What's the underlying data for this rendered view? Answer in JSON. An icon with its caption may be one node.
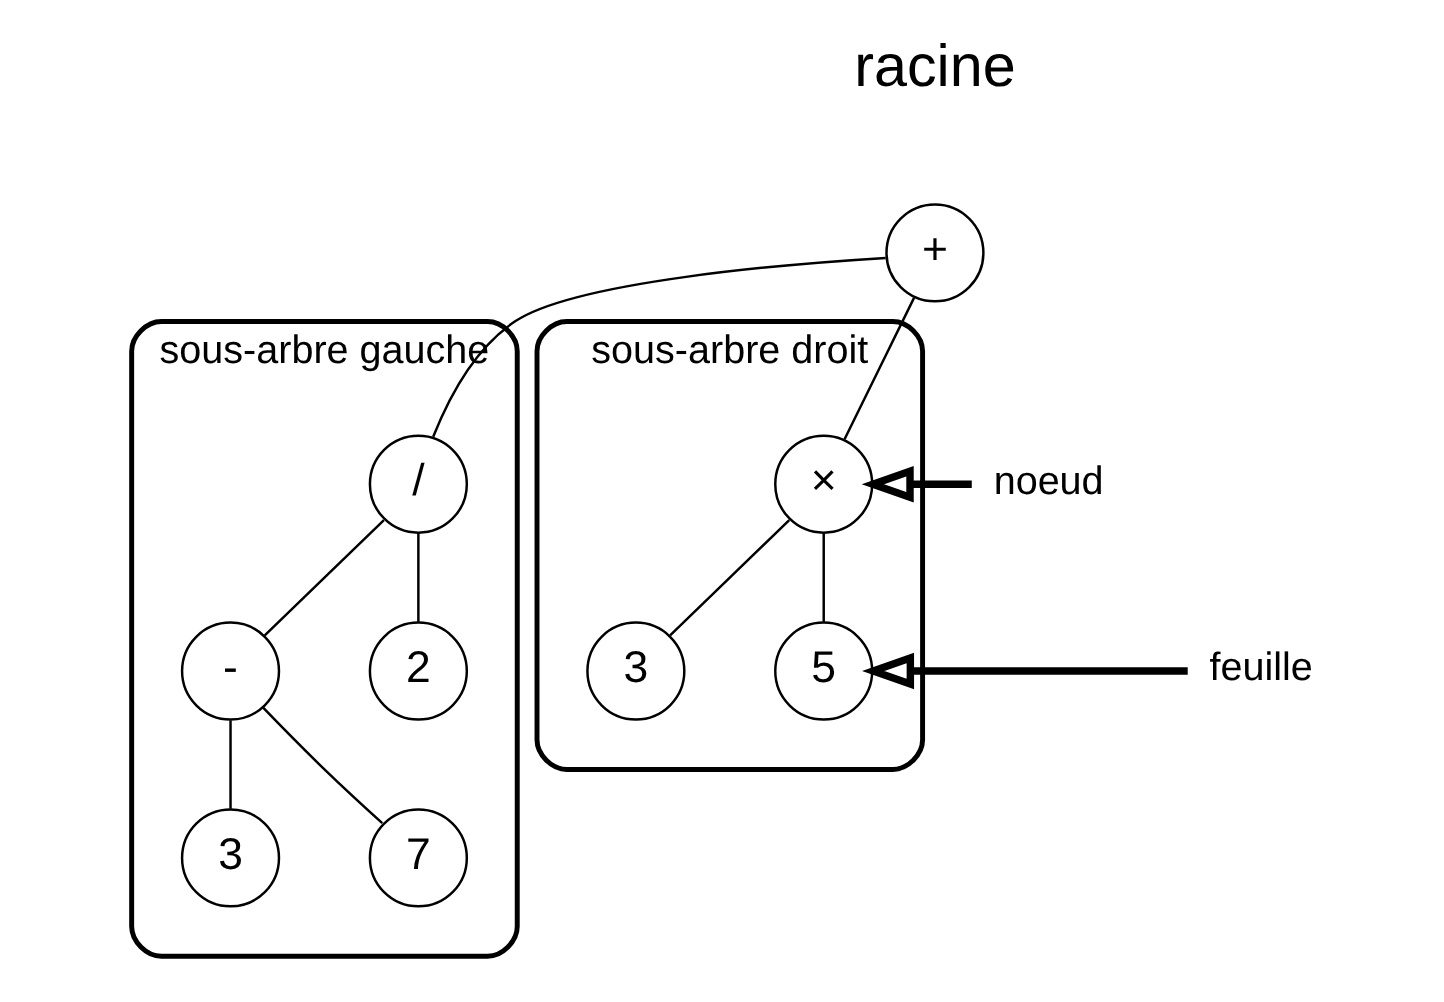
{
  "diagram": {
    "nodes": [
      {
        "text": [
          "+"
        ],
        "beside": [
          "racine"
        ]
      },
      {
        "text": [
          "sous-arbre gauche"
        ]
      },
      {
        "text": [
          "/"
        ],
        "in": 1
      },
      {
        "text": [
          "-"
        ],
        "in": 1
      },
      {
        "text": [
          "2"
        ],
        "in": 1
      },
      {
        "text": [
          "3"
        ],
        "in": 1
      },
      {
        "text": [
          "7"
        ],
        "in": 1
      },
      {
        "text": [
          "sous-arbre droit"
        ]
      },
      {
        "text": [
          "×"
        ],
        "in": 7
      },
      {
        "text": [
          "3"
        ],
        "in": 7
      },
      {
        "text": [
          "5"
        ],
        "in": 7
      },
      {
        "text": [
          "noeud"
        ]
      },
      {
        "text": [
          "feuille"
        ]
      }
    ],
    "edges": [
      {
        "from": 0,
        "to": 2,
        "arrow": "none"
      },
      {
        "from": 0,
        "to": 8,
        "arrow": "none"
      },
      {
        "from": 2,
        "to": 3,
        "arrow": "none"
      },
      {
        "from": 2,
        "to": 4,
        "arrow": "none"
      },
      {
        "from": 3,
        "to": 5,
        "arrow": "none"
      },
      {
        "from": 3,
        "to": 6,
        "arrow": "none"
      },
      {
        "from": 8,
        "to": 9,
        "arrow": "none"
      },
      {
        "from": 8,
        "to": 10,
        "arrow": "none"
      },
      {
        "from": 11,
        "to": 8,
        "arrow": "to",
        "style": "thick"
      },
      {
        "from": 12,
        "to": 10,
        "arrow": "to",
        "style": "thick"
      }
    ]
  }
}
